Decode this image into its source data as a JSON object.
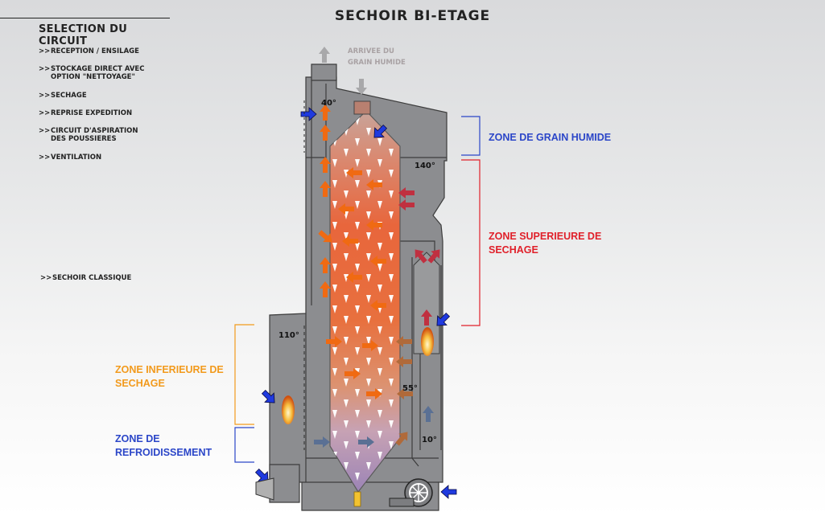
{
  "page": {
    "title": "SECHOIR BI-ETAGE"
  },
  "menu": {
    "heading": "SELECTION DU CIRCUIT",
    "marker": ">>",
    "items": [
      {
        "label": "RECEPTION / ENSILAGE"
      },
      {
        "label": "STOCKAGE DIRECT AVEC\nOPTION \"NETTOYAGE\""
      },
      {
        "label": "SECHAGE"
      },
      {
        "label": "REPRISE EXPEDITION"
      },
      {
        "label": "CIRCUIT D'ASPIRATION\nDES POUSSIERES"
      },
      {
        "label": "VENTILATION"
      }
    ],
    "extra_item": {
      "label": "SECHOIR CLASSIQUE"
    }
  },
  "diagram": {
    "inlet_label": "ARRIVEE DU\nGRAIN HUMIDE",
    "temperatures": {
      "top_exhaust": "40°",
      "upper_zone": "140°",
      "lower_zone": "110°",
      "middle": "55°",
      "bottom": "10°"
    },
    "zones": {
      "wet_grain": "ZONE DE GRAIN HUMIDE",
      "upper_drying": "ZONE SUPERIEURE DE\nSECHAGE",
      "lower_drying": "ZONE INFERIEURE DE\nSECHAGE",
      "cooling": "ZONE DE\nREFROIDISSEMENT"
    }
  },
  "colors": {
    "wet_zone": "#2b46c8",
    "upper_zone": "#e0202a",
    "lower_zone": "#f29a1c",
    "cooling_zone": "#2b46c8",
    "structure": "#8e8f91",
    "hot_arrow": "#f26a12",
    "fresh_air_arrow": "#1e3adf"
  }
}
